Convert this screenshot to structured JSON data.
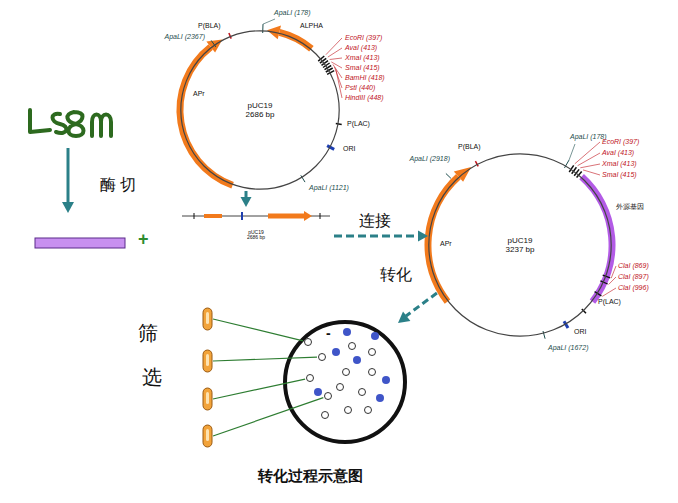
{
  "diagram": {
    "caption": "转化过程示意图",
    "nodes": [
      {
        "text": [
          "pUC19",
          "2686 bp"
        ]
      },
      {
        "text": [
          "pUC19",
          "2686 bp"
        ]
      },
      {
        "text": [
          "pUC19",
          "3237 bp"
        ]
      }
    ],
    "edges": [
      {
        "from": 0,
        "to": 1,
        "arrow": "to"
      },
      {
        "from": 1,
        "to": 2,
        "label": "连接",
        "arrow": "to"
      }
    ],
    "labels": [
      "P(BLA)",
      "ApaLI (2367)",
      "APr",
      "ApaLI (178)",
      "ALPHA",
      "EcoRI (397)",
      "AvaI (413)",
      "XmaI (413)",
      "SmaI (415)",
      "BamHI (418)",
      "PstI (440)",
      "HindIII (448)",
      "P(LAC)",
      "ORI",
      "ApaLI (1121)",
      "酶 切",
      "+",
      "ApaLI (178)",
      "EcoRI (397)",
      "AvaI (413)",
      "XmaI (413)",
      "SmaI (415)",
      "外源基因",
      "ClaI (869)",
      "ClaI (897)",
      "ClaI (996)",
      "P(LAC)",
      "ORI",
      "ApaLI (1672)",
      "ApaLI (2918)",
      "P(BLA)",
      "APr",
      "转化",
      "-",
      "筛",
      "选"
    ]
  }
}
